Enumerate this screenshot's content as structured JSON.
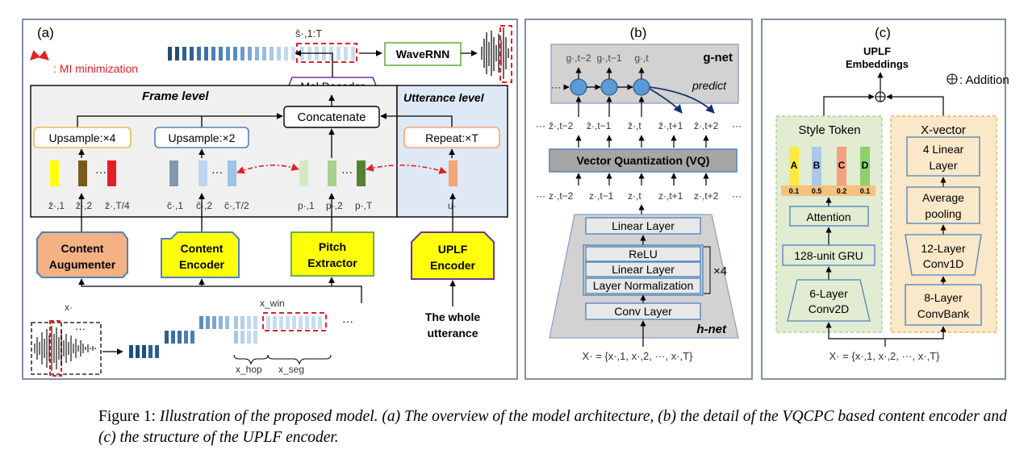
{
  "panel_a": {
    "label": "(a)",
    "mi_legend": ": MI minimization",
    "frame_level": "Frame level",
    "utterance_level": "Utterance level",
    "waveRNN": "WaveRNN",
    "mel_decoder": "Mel Decoder",
    "concatenate": "Concatenate",
    "upsample4": "Upsample:×4",
    "upsample2": "Upsample:×2",
    "repeat": "Repeat:×T",
    "content_augmenter": [
      "Content",
      "Augumenter"
    ],
    "content_encoder": [
      "Content",
      "Encoder"
    ],
    "pitch_extractor": [
      "Pitch",
      "Extractor"
    ],
    "uplf_encoder": [
      "UPLF",
      "Encoder"
    ],
    "whole_utterance": [
      "The whole",
      "utterance"
    ],
    "ellipsis": "···",
    "z_hat1": "ẑ·,1",
    "z_hat2": "ẑ·,2",
    "z_hat_t4": "ẑ·,T/4",
    "c_hat1": "ĉ·,1",
    "c_hat2": "ĉ·,2",
    "c_hat_t2": "ĉ·,T/2",
    "p1": "p·,1",
    "p2": "p·,2",
    "pT": "p·,T",
    "u": "u·",
    "win_label": "x_win",
    "hop_label": "x_hop",
    "seg_label": "x_seg",
    "mel_label": "ŝ·,1:T",
    "x_label": "x·"
  },
  "panel_b": {
    "label": "(b)",
    "g_net": "g-net",
    "predict": "predict",
    "vq": "Vector Quantization    (VQ)",
    "linear_top": "Linear Layer",
    "relu": "ReLU",
    "linear_mid": "Linear Layer",
    "layer_norm": "Layer Normalization",
    "times4": "×4",
    "conv_layer": "Conv Layer",
    "h_net": "h-net",
    "ellipsis": "···",
    "g_nodes": [
      "g·,t−2",
      "g·,t−1",
      "g·,t"
    ],
    "z_hat_row": [
      "ẑ·,t−2",
      "ẑ·,t−1",
      "ẑ·,t",
      "ẑ·,t+1",
      "ẑ·,t+2"
    ],
    "z_row": [
      "z·,t−2",
      "z·,t−1",
      "z·,t",
      "z·,t+1",
      "z·,t+2"
    ],
    "input_eq": "X· = {x·,1, x·,2, ···, x·,T}"
  },
  "panel_c": {
    "label": "(c)",
    "uplf_embeddings": [
      "UPLF",
      "Embeddings"
    ],
    "addition": ": Addition",
    "style_token": "Style Token",
    "x_vector": "X-vector",
    "tokens": [
      {
        "letter": "A",
        "weight": "0.1",
        "color": "#ffea3c"
      },
      {
        "letter": "B",
        "weight": "0.5",
        "color": "#a9c8ec"
      },
      {
        "letter": "C",
        "weight": "0.2",
        "color": "#f6a07e"
      },
      {
        "letter": "D",
        "weight": "0.1",
        "color": "#8fcf6e"
      }
    ],
    "attention": "Attention",
    "gru": "128-unit GRU",
    "conv2d": [
      "6-Layer",
      "Conv2D"
    ],
    "linear4": [
      "4 Linear",
      "Layer"
    ],
    "avg_pool": [
      "Average",
      "pooling"
    ],
    "conv1d": [
      "12-Layer",
      "Conv1D"
    ],
    "convbank": [
      "8-Layer",
      "ConvBank"
    ],
    "input_eq": "X· = {x·,1, x·,2, ···, x·,T}"
  },
  "caption": {
    "label": "Figure 1: ",
    "text": "Illustration of the proposed model. (a) The overview of the model architecture, (b) the detail of the VQCPC based content encoder and (c) the structure of the UPLF encoder."
  },
  "colors": {
    "yellow": "#ffff0a",
    "salmon": "#f4a57c",
    "green_bg": "#e1ecd3",
    "peach_bg": "#fbe8c8",
    "gray_box": "#d2d2d2",
    "blue_line": "#4f81bd",
    "red_dash": "#e31e24",
    "purple": "#7030a0",
    "green_line": "#70ad47"
  }
}
